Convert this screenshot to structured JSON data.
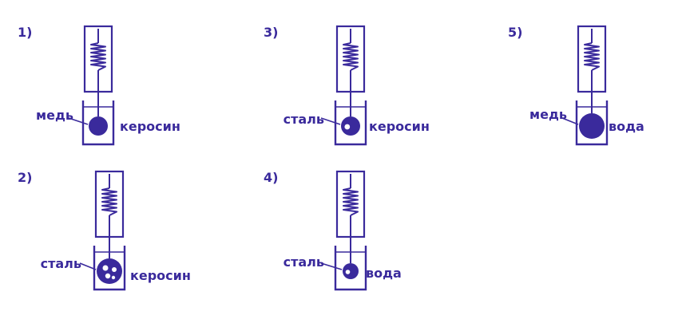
{
  "colors": {
    "ink": "#3a2a9c",
    "background": "#ffffff"
  },
  "experiments": [
    {
      "number": "1)",
      "material": "медь",
      "liquid": "керосин",
      "ball": "solid",
      "ball_size": "normal"
    },
    {
      "number": "2)",
      "material": "сталь",
      "liquid": "керосин",
      "ball": "hollow",
      "ball_size": "large"
    },
    {
      "number": "3)",
      "material": "сталь",
      "liquid": "керосин",
      "ball": "holed",
      "ball_size": "normal"
    },
    {
      "number": "4)",
      "material": "сталь",
      "liquid": "вода",
      "ball": "holed",
      "ball_size": "small"
    },
    {
      "number": "5)",
      "material": "медь",
      "liquid": "вода",
      "ball": "solid",
      "ball_size": "large"
    }
  ]
}
